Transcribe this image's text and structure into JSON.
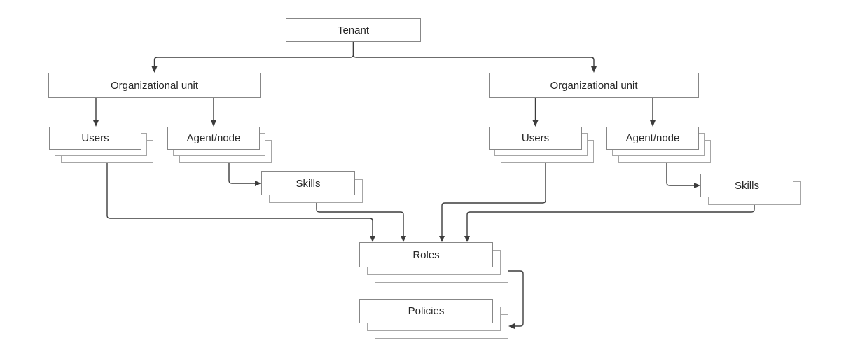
{
  "diagram": {
    "nodes": {
      "tenant": {
        "label": "Tenant"
      },
      "ou_left": {
        "label": "Organizational unit"
      },
      "ou_right": {
        "label": "Organizational unit"
      },
      "users_left": {
        "label": "Users"
      },
      "agent_left": {
        "label": "Agent/node"
      },
      "skills_left": {
        "label": "Skills"
      },
      "users_right": {
        "label": "Users"
      },
      "agent_right": {
        "label": "Agent/node"
      },
      "skills_right": {
        "label": "Skills"
      },
      "roles": {
        "label": "Roles"
      },
      "policies": {
        "label": "Policies"
      }
    },
    "edges": [
      {
        "from": "tenant",
        "to": "ou_left"
      },
      {
        "from": "tenant",
        "to": "ou_right"
      },
      {
        "from": "ou_left",
        "to": "users_left"
      },
      {
        "from": "ou_left",
        "to": "agent_left"
      },
      {
        "from": "ou_right",
        "to": "users_right"
      },
      {
        "from": "ou_right",
        "to": "agent_right"
      },
      {
        "from": "agent_left",
        "to": "skills_left"
      },
      {
        "from": "agent_right",
        "to": "skills_right"
      },
      {
        "from": "users_left",
        "to": "roles"
      },
      {
        "from": "skills_left",
        "to": "roles"
      },
      {
        "from": "users_right",
        "to": "roles"
      },
      {
        "from": "skills_right",
        "to": "roles"
      },
      {
        "from": "roles",
        "to": "policies"
      }
    ],
    "colors": {
      "background": "#ffffff",
      "box_border": "#878787",
      "stack_border": "#a6a6a6",
      "connector": "#3c3c3c",
      "text": "#262626"
    }
  }
}
